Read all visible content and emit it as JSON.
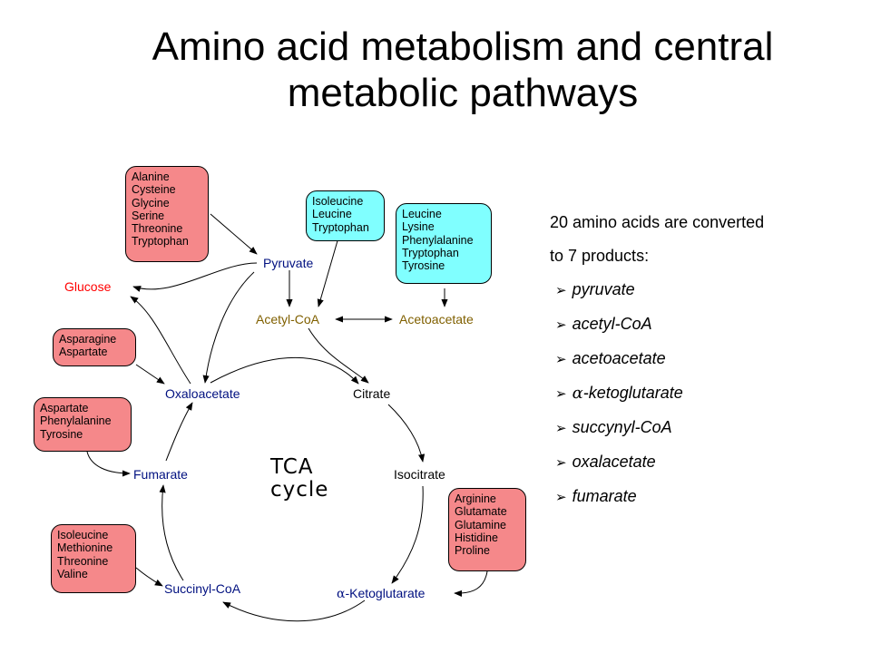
{
  "title": {
    "line1": "Amino acid metabolism and central",
    "line2": "metabolic pathways"
  },
  "boxes": {
    "box1": [
      "Alanine",
      "Cysteine",
      "Glycine",
      "Serine",
      "Threonine",
      "Tryptophan"
    ],
    "box2": [
      "Isoleucine",
      "Leucine",
      "Tryptophan"
    ],
    "box3": [
      "Leucine",
      "Lysine",
      "Phenylalanine",
      "Tryptophan",
      "Tyrosine"
    ],
    "box4": [
      "Asparagine",
      "Aspartate"
    ],
    "box5": [
      "Aspartate",
      "Phenylalanine",
      "Tyrosine"
    ],
    "box6": [
      "Arginine",
      "Glutamate",
      "Glutamine",
      "Histidine",
      "Proline"
    ],
    "box7": [
      "Isoleucine",
      "Methionine",
      "Threonine",
      "Valine"
    ]
  },
  "nodes": {
    "pyruvate": "Pyruvate",
    "glucose": "Glucose",
    "acetyl_coa": "Acetyl-CoA",
    "acetoacetate": "Acetoacetate",
    "oxaloacetate": "Oxaloacetate",
    "citrate": "Citrate",
    "fumarate": "Fumarate",
    "isocitrate": "Isocitrate",
    "succinyl_coa": "Succinyl-CoA",
    "alpha_symbol": "α",
    "ketoglutarate": "-Ketoglutarate"
  },
  "cycle": {
    "line1": "TCA",
    "line2": "cycle"
  },
  "notes": {
    "intro1": "20 amino acids are converted",
    "intro2": "to 7 products:",
    "bullet_glyph": "➢",
    "items": [
      "pyruvate",
      "acetyl-CoA",
      "acetoacetate",
      "-ketoglutarate",
      "succynyl-CoA",
      "oxalacetate",
      "fumarate"
    ],
    "alpha": "α"
  },
  "colors": {
    "pink_box": "#f5888a",
    "cyan_box": "#80ffff",
    "node_blue": "#001080",
    "node_gold": "#806000",
    "node_red": "#ff0000"
  }
}
